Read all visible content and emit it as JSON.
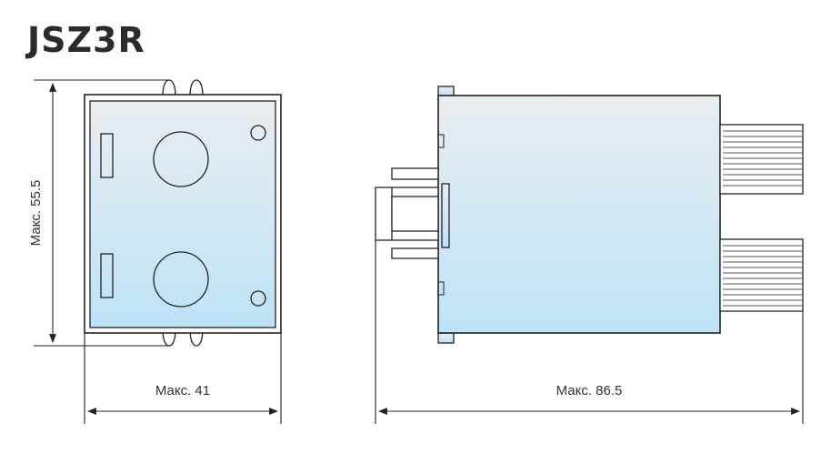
{
  "title": "JSZ3R",
  "dimensions": {
    "height_label": "Макс. 55.5",
    "width_label": "Макс. 41",
    "length_label": "Макс. 86.5"
  },
  "colors": {
    "fill_top": "#e9edf0",
    "fill_bottom": "#bfe5f8",
    "line": "#222222"
  }
}
